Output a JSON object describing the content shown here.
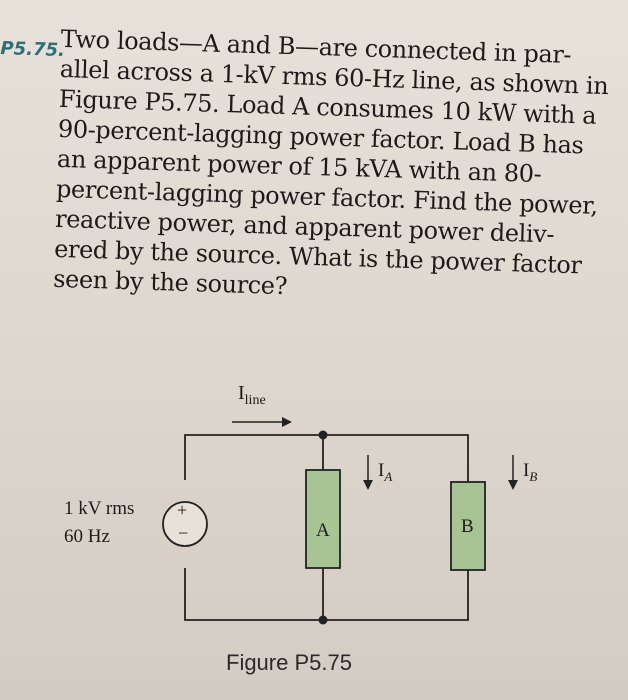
{
  "problem": {
    "number": "P5.75.",
    "lines": [
      "Two loads—A and B—are connected in par-",
      "allel across a 1-kV rms 60-Hz line, as shown in",
      "Figure P5.75. Load A consumes 10 kW with a",
      "90-percent-lagging power factor. Load B has",
      "an apparent power of 15 kVA with an 80-",
      "percent-lagging power factor. Find the power,",
      "reactive power, and apparent power deliv-",
      "ered by the source. What is the power factor",
      "seen by the source?"
    ]
  },
  "figure": {
    "current_line": "I",
    "current_line_sub": "line",
    "source_voltage": "1 kV rms",
    "source_freq": "60 Hz",
    "plus": "+",
    "minus": "−",
    "load_a": "A",
    "load_b": "B",
    "current_a": "I",
    "current_a_sub": "A",
    "current_b": "I",
    "current_b_sub": "B",
    "caption": "Figure P5.75"
  },
  "colors": {
    "load_fill": "#a7c493",
    "wire": "#222222",
    "problem_number": "#2f6e78"
  }
}
